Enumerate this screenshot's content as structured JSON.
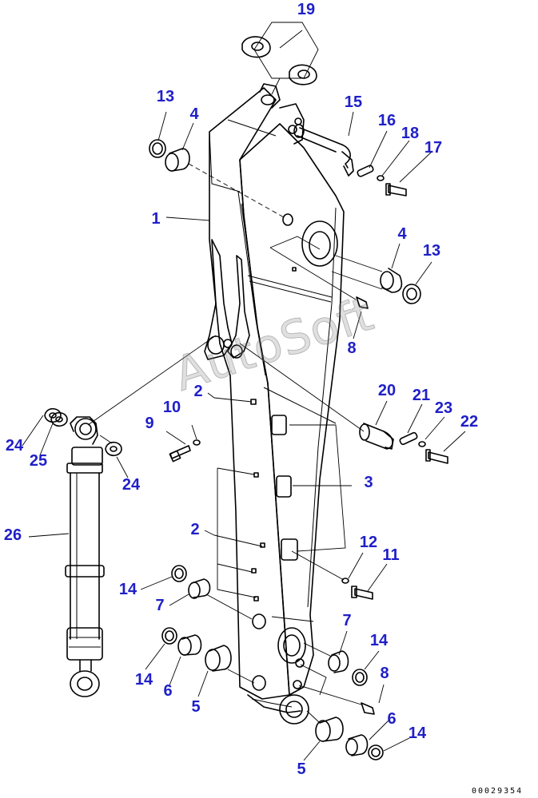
{
  "diagram": {
    "callouts": [
      {
        "id": "c19",
        "text": "19"
      },
      {
        "id": "c13a",
        "text": "13"
      },
      {
        "id": "c4a",
        "text": "4"
      },
      {
        "id": "c15",
        "text": "15"
      },
      {
        "id": "c16",
        "text": "16"
      },
      {
        "id": "c18",
        "text": "18"
      },
      {
        "id": "c17",
        "text": "17"
      },
      {
        "id": "c1",
        "text": "1"
      },
      {
        "id": "c4b",
        "text": "4"
      },
      {
        "id": "c13b",
        "text": "13"
      },
      {
        "id": "c8a",
        "text": "8"
      },
      {
        "id": "c2a",
        "text": "2"
      },
      {
        "id": "c10",
        "text": "10"
      },
      {
        "id": "c9",
        "text": "9"
      },
      {
        "id": "c20",
        "text": "20"
      },
      {
        "id": "c21",
        "text": "21"
      },
      {
        "id": "c23",
        "text": "23"
      },
      {
        "id": "c22",
        "text": "22"
      },
      {
        "id": "c24a",
        "text": "24"
      },
      {
        "id": "c25",
        "text": "25"
      },
      {
        "id": "c24b",
        "text": "24"
      },
      {
        "id": "c3",
        "text": "3"
      },
      {
        "id": "c26",
        "text": "26"
      },
      {
        "id": "c2b",
        "text": "2"
      },
      {
        "id": "c12",
        "text": "12"
      },
      {
        "id": "c11",
        "text": "11"
      },
      {
        "id": "c14a",
        "text": "14"
      },
      {
        "id": "c7a",
        "text": "7"
      },
      {
        "id": "c7b",
        "text": "7"
      },
      {
        "id": "c14b",
        "text": "14"
      },
      {
        "id": "c14c",
        "text": "14"
      },
      {
        "id": "c6a",
        "text": "6"
      },
      {
        "id": "c5a",
        "text": "5"
      },
      {
        "id": "c8b",
        "text": "8"
      },
      {
        "id": "c6b",
        "text": "6"
      },
      {
        "id": "c14d",
        "text": "14"
      },
      {
        "id": "c5b",
        "text": "5"
      }
    ],
    "watermark": "AutoSoft",
    "document_number": "00029354",
    "callout_color": "#1f1fc8"
  }
}
